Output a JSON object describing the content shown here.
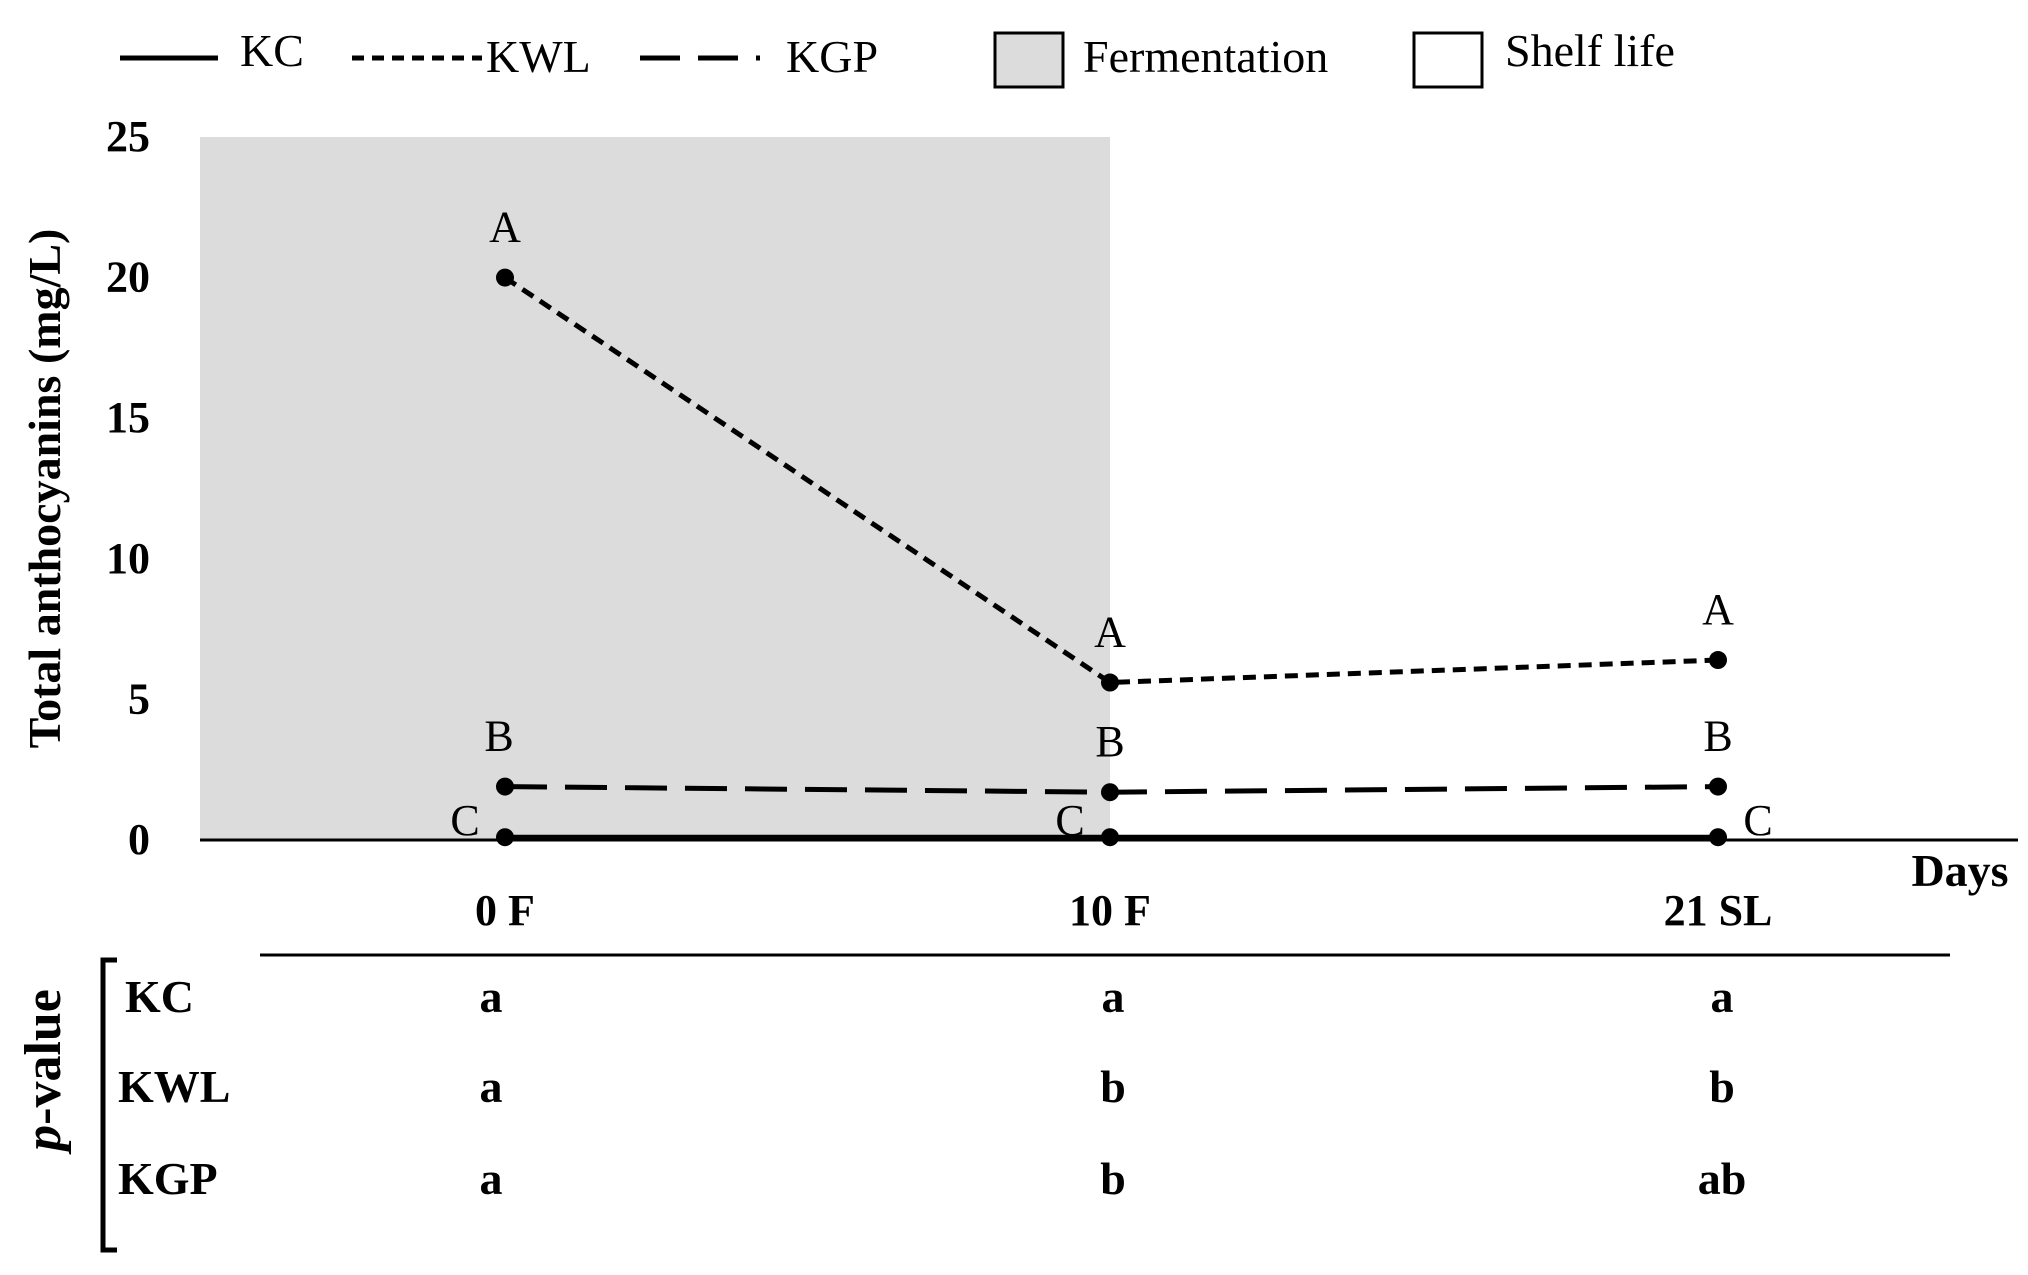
{
  "chart_data": {
    "type": "line",
    "ylabel": "Total anthocyanins (mg/L)",
    "xlabel": "Days",
    "categories": [
      "0 F",
      "10 F",
      "21 SL"
    ],
    "ylim": [
      0,
      25
    ],
    "yticks": [
      0,
      5,
      10,
      15,
      20,
      25
    ],
    "grid": false,
    "legend_position": "top",
    "legend": {
      "series": [
        "KC",
        "KWL",
        "KGP"
      ],
      "periods": [
        "Fermentation",
        "Shelf life"
      ]
    },
    "periods": [
      {
        "name": "Fermentation",
        "from": "0 F",
        "to": "10 F",
        "color": "#dcdcdc"
      },
      {
        "name": "Shelf life",
        "from": "10 F",
        "to": "21 SL",
        "color": "#ffffff"
      }
    ],
    "series": [
      {
        "name": "KC",
        "style": "solid",
        "values": [
          0.1,
          0.1,
          0.1
        ],
        "labels": [
          "C",
          "C",
          "C"
        ]
      },
      {
        "name": "KWL",
        "style": "dotted",
        "values": [
          20.0,
          5.6,
          6.4
        ],
        "labels": [
          "A",
          "A",
          "A"
        ]
      },
      {
        "name": "KGP",
        "style": "dashed",
        "values": [
          1.9,
          1.7,
          1.9
        ],
        "labels": [
          "B",
          "B",
          "B"
        ]
      }
    ],
    "pvalue_table": {
      "title_prefix": "p",
      "title_suffix": "-value",
      "rows": [
        {
          "name": "KC",
          "values": [
            "a",
            "a",
            "a"
          ]
        },
        {
          "name": "KWL",
          "values": [
            "a",
            "b",
            "b"
          ]
        },
        {
          "name": "KGP",
          "values": [
            "a",
            "b",
            "ab"
          ]
        }
      ]
    }
  }
}
